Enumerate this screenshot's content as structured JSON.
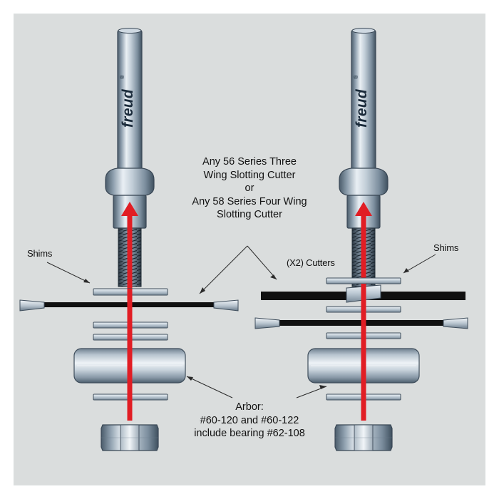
{
  "brand": {
    "mark": "freud",
    "registered": "®"
  },
  "callouts": {
    "cutter_lines": [
      "Any 56 Series Three",
      "Wing Slotting Cutter",
      "or",
      "Any 58 Series Four Wing",
      "Slotting Cutter"
    ],
    "shims_left": "Shims",
    "cutters_x2": "(X2) Cutters",
    "shims_right": "Shims",
    "arbor_lines": [
      "Arbor:",
      "#60-120 and #60-122",
      "include bearing #62-108"
    ]
  },
  "colors": {
    "background": "#dadddd",
    "frame": "#ffffff",
    "steel_light": "#dfe7ee",
    "steel_mid": "#8a9baa",
    "steel_dark": "#3e4f5e",
    "arrow_red": "#e11d24",
    "cutter_black": "#101010"
  }
}
